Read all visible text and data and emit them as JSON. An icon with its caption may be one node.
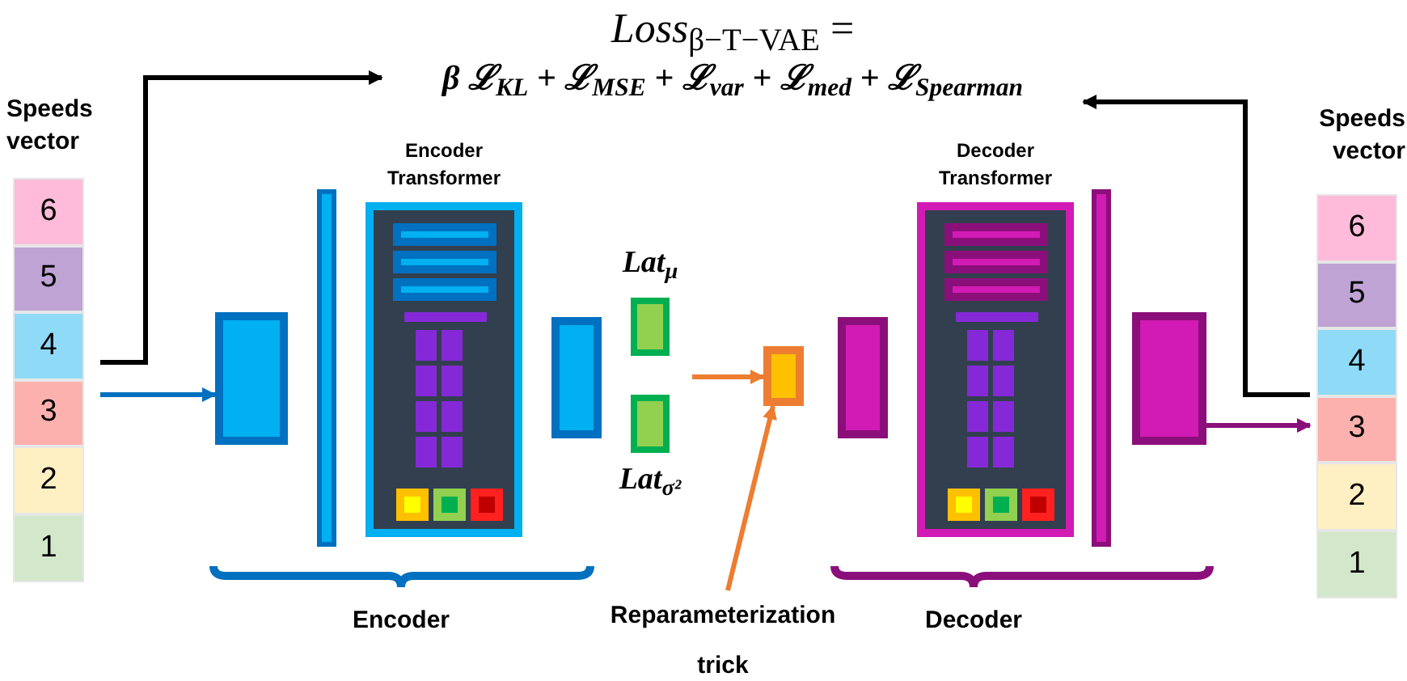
{
  "diagram": {
    "nodes": [
      {
        "text": [
          "*Loss*$_{β−T−VAE}$ =",
          "β ℒ$_{KL}$ + ℒ$_{MSE}$ + ℒ$_{var}$ + ℒ$_{med}$ + ℒ$_{Spearman}$"
        ]
      },
      {
        "text": [
          "Speeds vector"
        ]
      },
      {
        "text": [
          "6"
        ],
        "in": 1
      },
      {
        "text": [
          "5"
        ],
        "in": 1
      },
      {
        "text": [
          "4"
        ],
        "in": 1
      },
      {
        "text": [
          "3"
        ],
        "in": 1
      },
      {
        "text": [
          "2"
        ],
        "in": 1
      },
      {
        "text": [
          "1"
        ],
        "in": 1
      },
      {
        "text": [],
        "shape": "box"
      },
      {
        "text": [],
        "shape": "bar"
      },
      {
        "text": [
          "Encoder Transformer"
        ]
      },
      {
        "text": [],
        "shape": "box"
      },
      {
        "text": [
          "Lat$_{μ}$"
        ]
      },
      {
        "text": [
          "Lat$_{σ²}$"
        ]
      },
      {
        "text": [],
        "shape": "box"
      },
      {
        "text": [
          "Reparameterization trick"
        ]
      },
      {
        "text": [],
        "shape": "box"
      },
      {
        "text": [
          "Decoder Transformer"
        ]
      },
      {
        "text": [],
        "shape": "bar"
      },
      {
        "text": [],
        "shape": "box"
      },
      {
        "text": [
          "Speeds vector"
        ]
      },
      {
        "text": [
          "6"
        ],
        "in": 20
      },
      {
        "text": [
          "5"
        ],
        "in": 20
      },
      {
        "text": [
          "4"
        ],
        "in": 20
      },
      {
        "text": [
          "3"
        ],
        "in": 20
      },
      {
        "text": [
          "2"
        ],
        "in": 20
      },
      {
        "text": [
          "1"
        ],
        "in": 20
      }
    ],
    "edges": [
      {
        "from": 1,
        "to": 0,
        "arrow": "to",
        "color": "#000000"
      },
      {
        "from": 1,
        "to": 8,
        "arrow": "to",
        "color": "#0070c0"
      },
      {
        "from": null,
        "to": 14,
        "arrow": "to",
        "color": "#ed7d31"
      },
      {
        "from": 15,
        "to": 14,
        "arrow": "to",
        "color": "#ed7d31"
      },
      {
        "from": 19,
        "to": 20,
        "arrow": "to",
        "color": "#8b0f7a"
      },
      {
        "from": 20,
        "to": 0,
        "arrow": "to",
        "color": "#000000"
      }
    ],
    "labels": [
      "Encoder",
      "Decoder"
    ]
  }
}
